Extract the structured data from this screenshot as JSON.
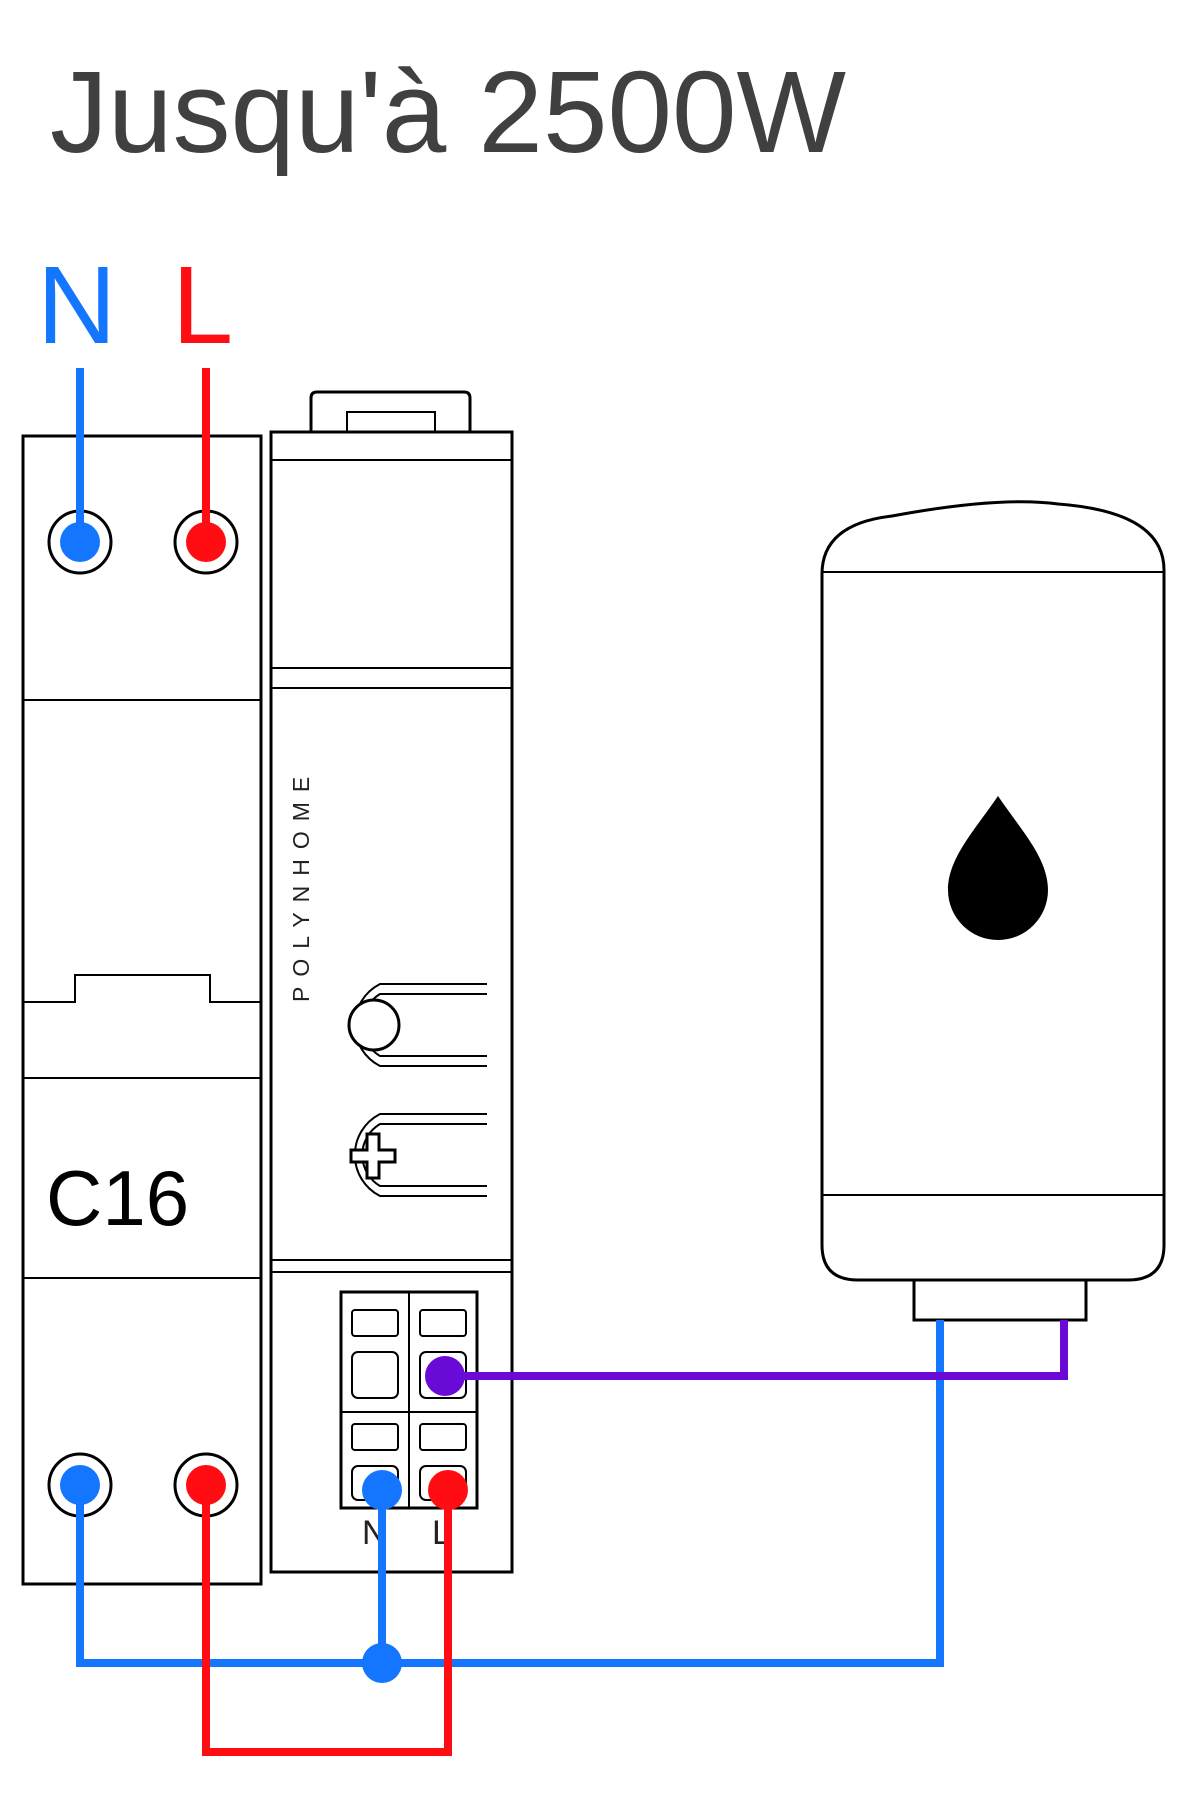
{
  "title": "Jusqu'à 2500W",
  "supply": {
    "neutral_label": "N",
    "live_label": "L"
  },
  "breaker": {
    "rating": "C16"
  },
  "module": {
    "brand": "POLYNHOME",
    "terminal_n": "N",
    "terminal_l": "L"
  },
  "colors": {
    "neutral": "#1476ff",
    "live": "#ff0d12",
    "load": "#6a0ad6",
    "title": "#404040",
    "outline": "#000000"
  },
  "icons": {
    "water_heater": "water-heater-icon",
    "drop": "water-drop-icon"
  }
}
